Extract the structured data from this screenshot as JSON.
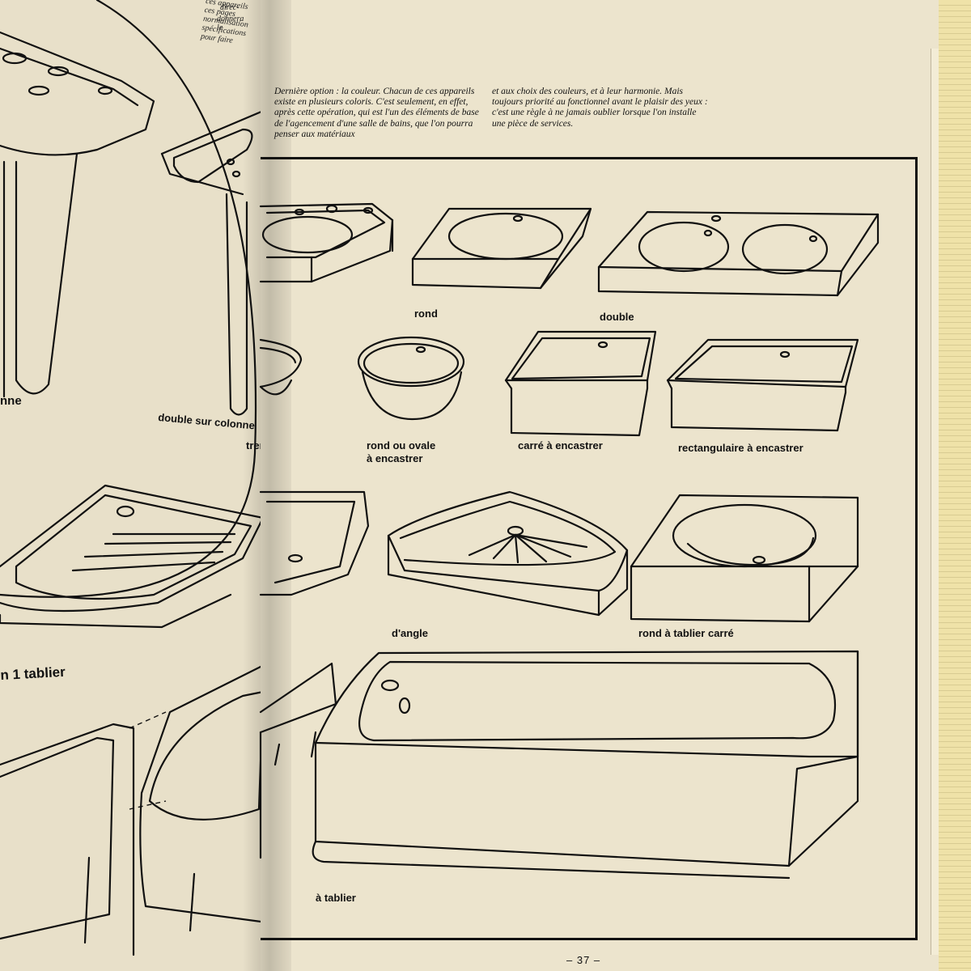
{
  "left_page": {
    "snippet_lines": [
      "ces appareils",
      "ces pages",
      "normalisation",
      "spécifications",
      "pour faire",
      "direc-",
      "donnera le"
    ],
    "labels": {
      "colonne_fragment": "nne",
      "double_colonne": "double sur colonne",
      "encastrer_fragment": "trer",
      "tablier_fragment": "n 1 tablier"
    }
  },
  "intro": {
    "column1": "Dernière option : la couleur. Chacun de ces appareils existe en plusieurs coloris. C'est seulement, en effet, après cette opération, qui est l'un des éléments de base de l'agencement d'une salle de bains, que l'on pourra penser aux matériaux",
    "column2": "et aux choix des couleurs, et à leur harmonie. Mais toujours priorité au fonctionnel avant le plaisir des yeux : c'est une règle à ne jamais oublier lorsque l'on installe une pièce de services."
  },
  "labels": {
    "rond": "rond",
    "double": "double",
    "rond_ovale_line1": "rond ou ovale",
    "rond_ovale_line2": "à encastrer",
    "carre": "carré à encastrer",
    "rectangulaire": "rectangulaire à encastrer",
    "angle": "d'angle",
    "rond_tablier": "rond à tablier carré",
    "a_tablier": "à tablier"
  },
  "page_number": "– 37 –",
  "colors": {
    "paper": "#ece4cd",
    "ink": "#111111",
    "cover_edge": "#efe2a8"
  }
}
